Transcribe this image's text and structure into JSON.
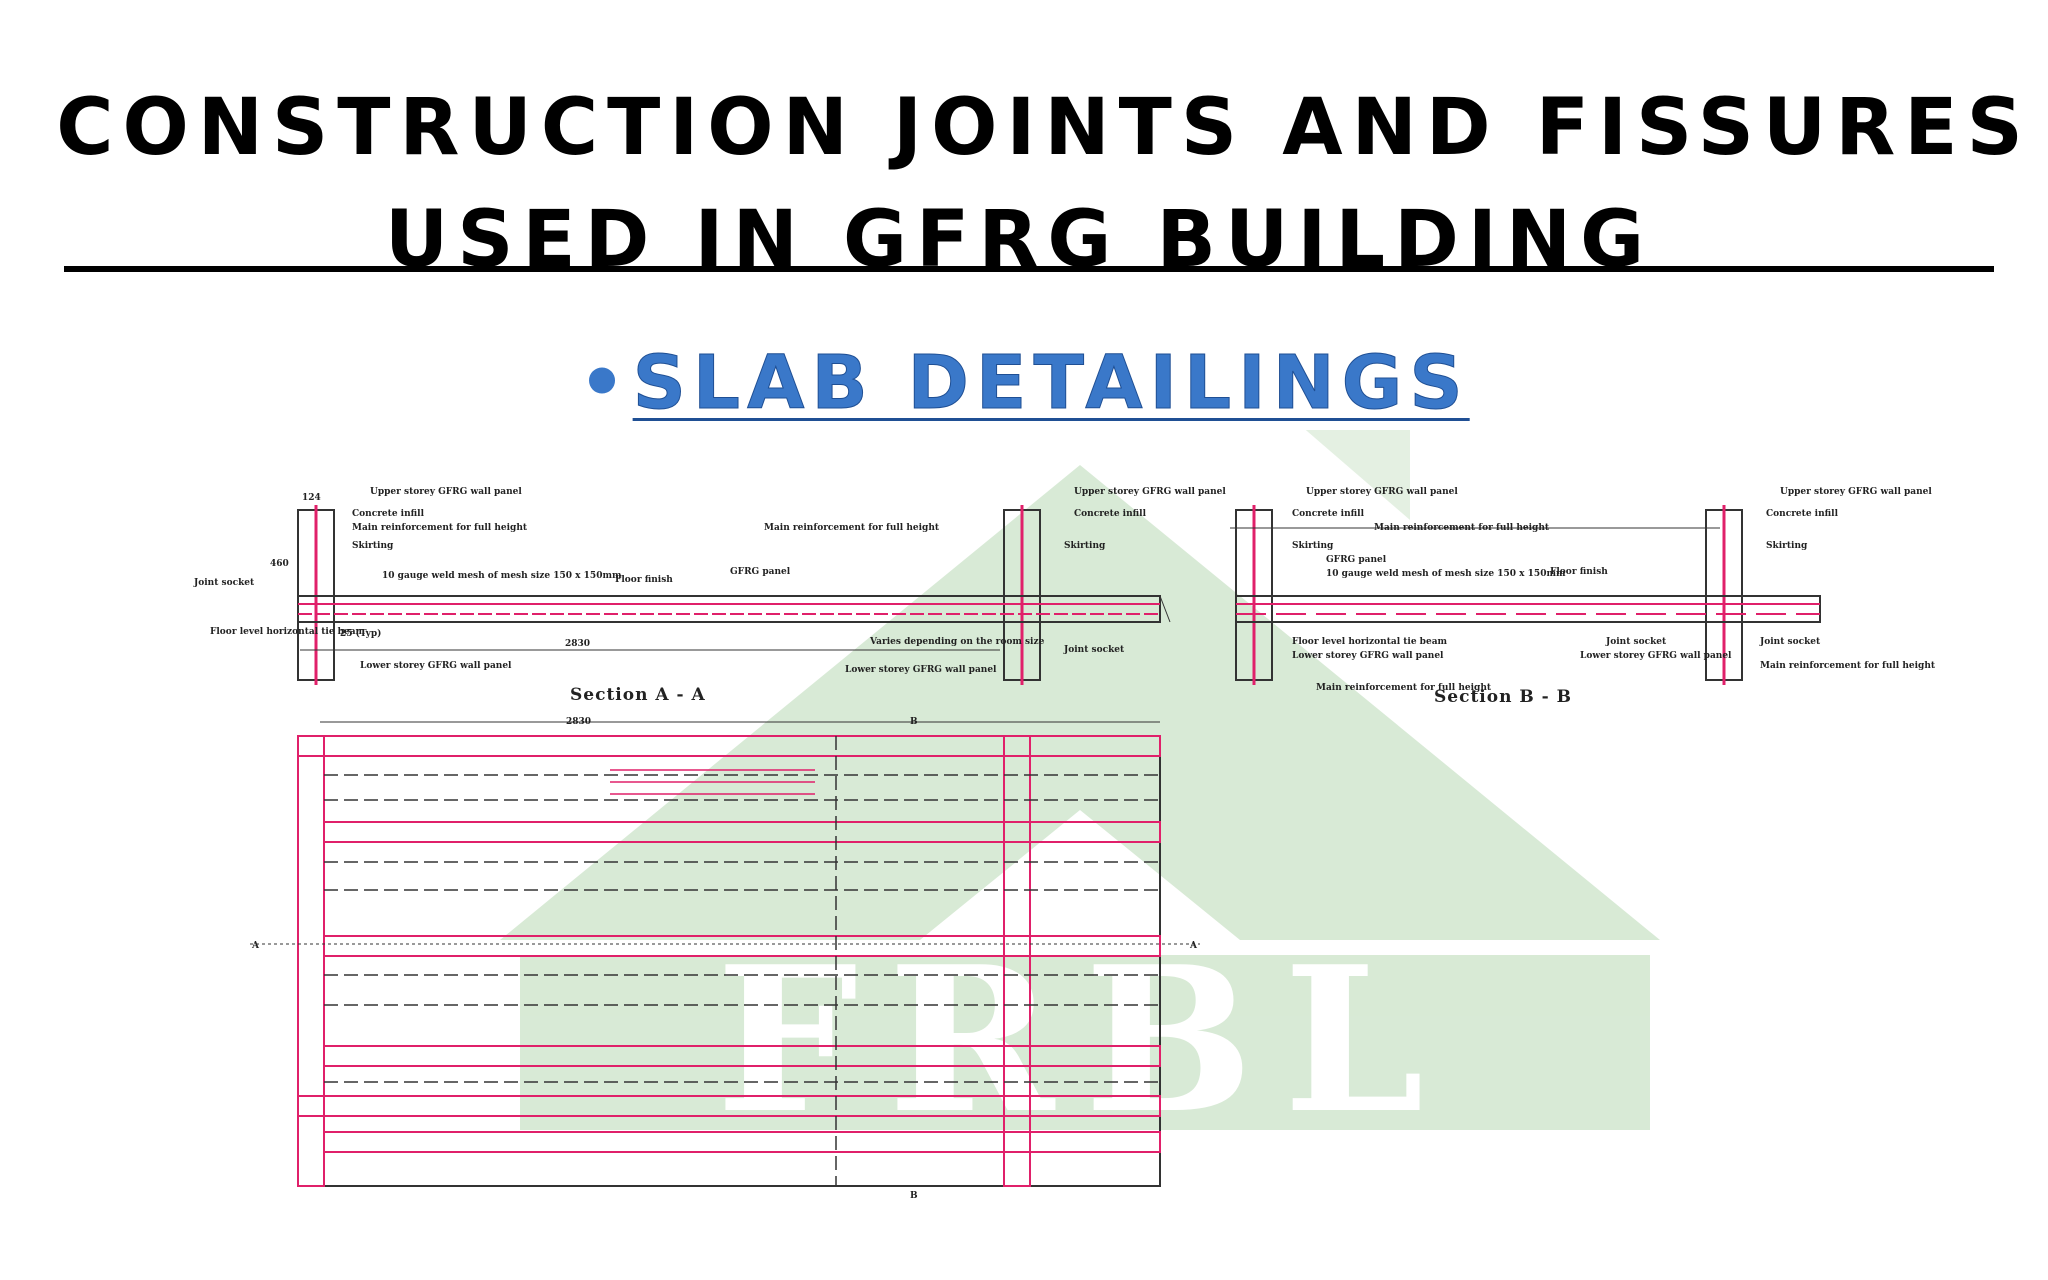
{
  "slide": {
    "title_line1": "CONSTRUCTION JOINTS AND FISSURES",
    "title_line2": "USED IN GFRG BUILDING",
    "bullet": "•",
    "subtitle": "SLAB DETAILINGS"
  },
  "watermark": {
    "text": "FRBL",
    "color": "#c9e0c6"
  },
  "section_aa": {
    "caption": "Section A - A",
    "labels": {
      "upper_wall": "Upper storey GFRG wall panel",
      "concrete_infill": "Concrete infill",
      "main_reinf": "Main reinforcement for full height",
      "skirting": "Skirting",
      "joint_socket": "Joint socket",
      "weld_mesh": "10 gauge weld mesh of mesh size 150 x 150mm",
      "floor_finish": "Floor finish",
      "gfrg_panel": "GFRG panel",
      "floor_level_beam": "Floor level horizontal tie beam",
      "dim_460": "460",
      "dim_25": "25 (Typ)",
      "dim_span": "2830",
      "varies": "Varies depending on the room size",
      "lower_wall": "Lower storey GFRG wall panel",
      "dim_124": "124"
    }
  },
  "section_bb": {
    "caption": "Section B - B",
    "labels": {
      "upper_wall": "Upper storey GFRG wall panel",
      "concrete_infill": "Concrete infill",
      "main_reinf": "Main reinforcement for full height",
      "skirting": "Skirting",
      "gfrg_panel": "GFRG panel",
      "weld_mesh": "10 gauge weld mesh of mesh size 150 x 150mm",
      "floor_finish": "Floor finish",
      "floor_level_beam": "Floor level horizontal tie beam",
      "joint_socket": "Joint socket",
      "lower_wall": "Lower storey GFRG wall panel",
      "main_reinf_full": "Main reinforcement for full height"
    }
  },
  "plan": {
    "dim_span": "2830",
    "marker_b": "B",
    "marker_a": "A"
  },
  "colors": {
    "accent_blue": "#3a78c9",
    "rebar": "#e0206a",
    "line": "#333333"
  }
}
